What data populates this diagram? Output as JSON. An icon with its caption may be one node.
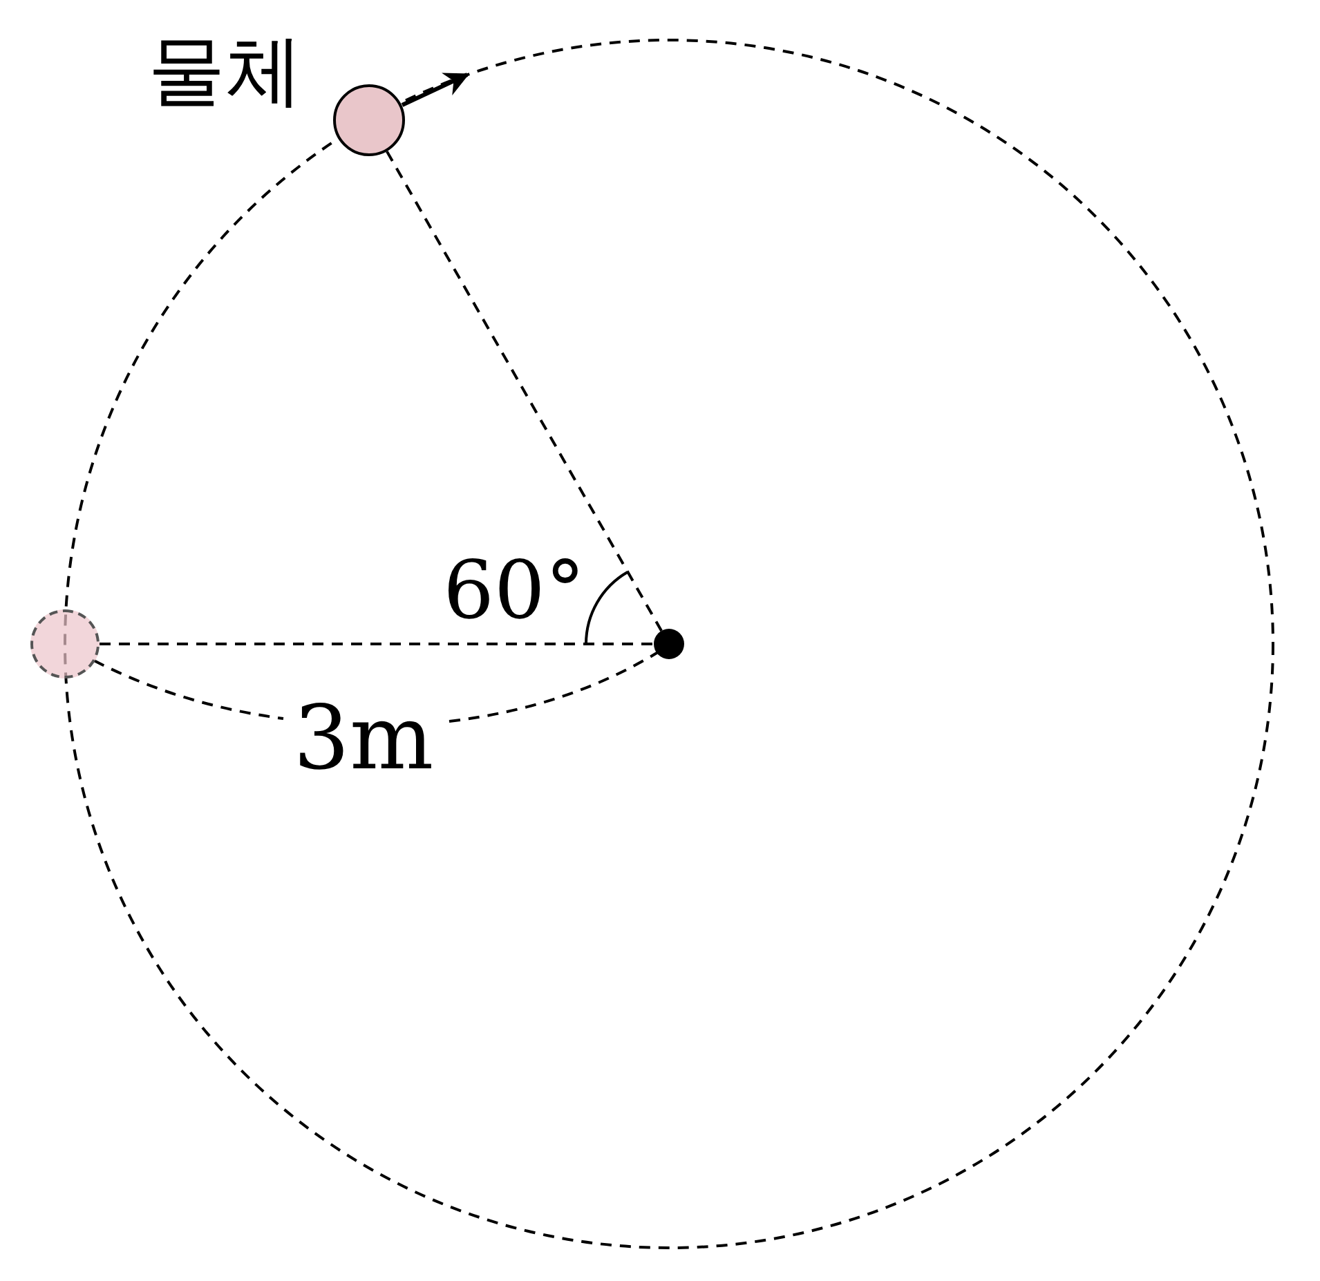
{
  "diagram": {
    "nodes": [
      {
        "text": [],
        "shape": "circle",
        "beside": [
          "물체"
        ]
      },
      {
        "text": [],
        "shape": "circle"
      },
      {
        "text": [],
        "shape": "circle"
      }
    ],
    "edges": [
      {
        "from": 0,
        "to": 2,
        "arrow": "none",
        "style": "dashed"
      },
      {
        "from": 1,
        "to": 2,
        "arrow": "none",
        "style": "dashed"
      }
    ],
    "labels": [
      "60°",
      "3m"
    ]
  }
}
